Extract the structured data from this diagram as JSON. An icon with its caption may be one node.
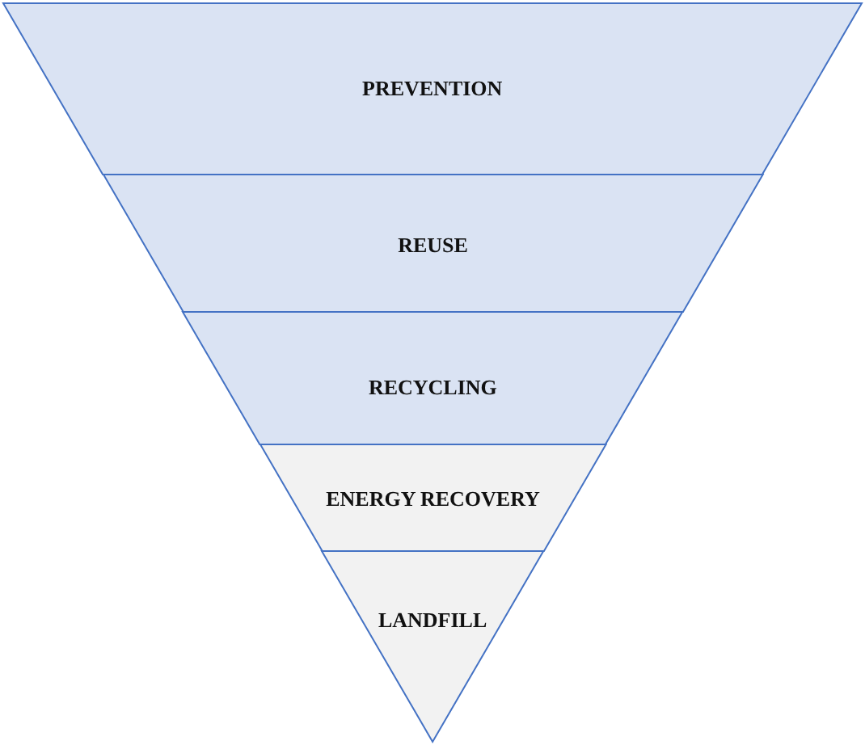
{
  "diagram": {
    "nodes": [
      {
        "text": [
          "PREVENTION"
        ]
      },
      {
        "text": [
          "REUSE"
        ]
      },
      {
        "text": [
          "RECYCLING"
        ]
      },
      {
        "text": [
          "ENERGY RECOVERY"
        ]
      },
      {
        "text": [
          "LANDFILL"
        ]
      }
    ]
  }
}
